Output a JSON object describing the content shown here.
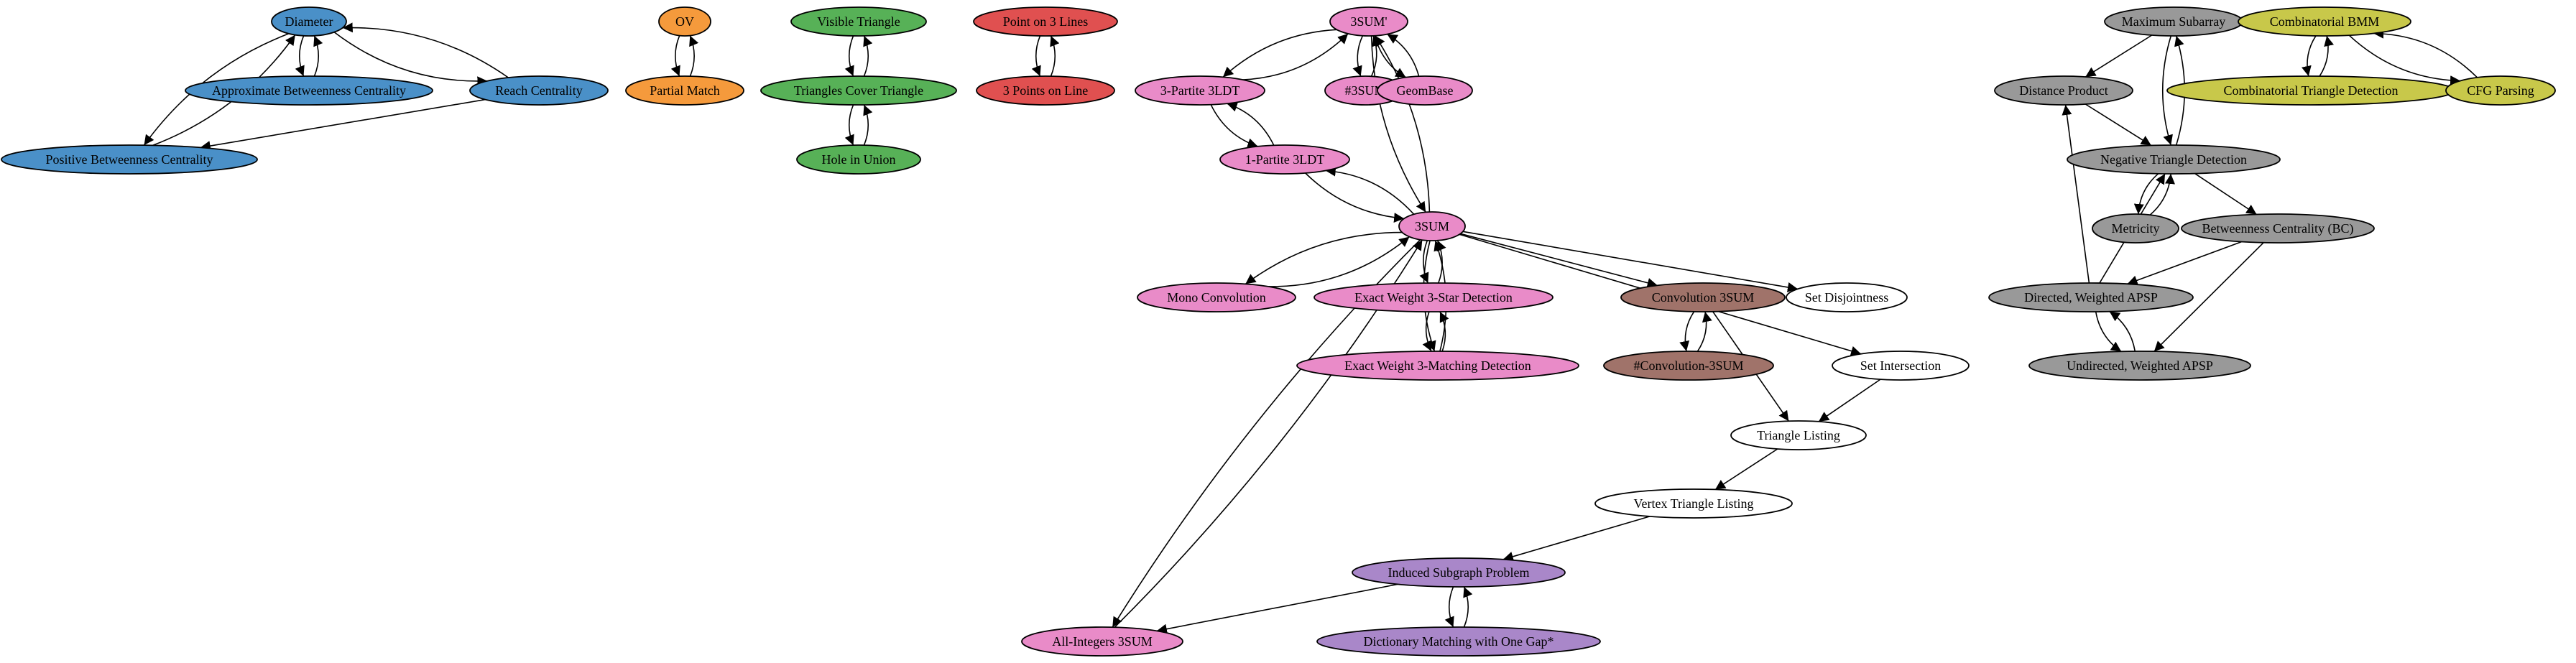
{
  "colors": {
    "blue": "#4a90c8",
    "orange": "#f59a3c",
    "green": "#57b157",
    "red": "#e05050",
    "pink": "#e98bc8",
    "brown": "#a0736a",
    "purple": "#a987c9",
    "gray": "#999999",
    "olive": "#c8c84a",
    "white": "#ffffff"
  },
  "nodes": [
    {
      "id": "diameter",
      "label": "Diameter",
      "color": "blue"
    },
    {
      "id": "abc",
      "label": "Approximate Betweenness Centrality",
      "color": "blue"
    },
    {
      "id": "reach",
      "label": "Reach Centrality",
      "color": "blue"
    },
    {
      "id": "pbc",
      "label": "Positive Betweenness Centrality",
      "color": "blue"
    },
    {
      "id": "ov",
      "label": "OV",
      "color": "orange"
    },
    {
      "id": "pmatch",
      "label": "Partial Match",
      "color": "orange"
    },
    {
      "id": "vistri",
      "label": "Visible Triangle",
      "color": "green"
    },
    {
      "id": "tricover",
      "label": "Triangles Cover Triangle",
      "color": "green"
    },
    {
      "id": "hole",
      "label": "Hole in Union",
      "color": "green"
    },
    {
      "id": "p3l",
      "label": "Point on 3 Lines",
      "color": "red"
    },
    {
      "id": "p3line",
      "label": "3 Points on Line",
      "color": "red"
    },
    {
      "id": "s3sumprime",
      "label": "3SUM'",
      "color": "pink"
    },
    {
      "id": "tripartite",
      "label": "3-Partite 3LDT",
      "color": "pink"
    },
    {
      "id": "sharp3sum",
      "label": "#3SUM",
      "color": "pink"
    },
    {
      "id": "geombase",
      "label": "GeomBase",
      "color": "pink"
    },
    {
      "id": "onepartite",
      "label": "1-Partite 3LDT",
      "color": "pink"
    },
    {
      "id": "s3sum",
      "label": "3SUM",
      "color": "pink"
    },
    {
      "id": "monoconv",
      "label": "Mono Convolution",
      "color": "pink"
    },
    {
      "id": "ew3star",
      "label": "Exact Weight 3-Star Detection",
      "color": "pink"
    },
    {
      "id": "ew3match",
      "label": "Exact Weight 3-Matching Detection",
      "color": "pink"
    },
    {
      "id": "conv3sum",
      "label": "Convolution 3SUM",
      "color": "brown"
    },
    {
      "id": "sharpconv",
      "label": "#Convolution-3SUM",
      "color": "brown"
    },
    {
      "id": "setdisj",
      "label": "Set Disjointness",
      "color": "white"
    },
    {
      "id": "setinter",
      "label": "Set Intersection",
      "color": "white"
    },
    {
      "id": "trilist",
      "label": "Triangle Listing",
      "color": "white"
    },
    {
      "id": "vtrilist",
      "label": "Vertex Triangle Listing",
      "color": "white"
    },
    {
      "id": "induced",
      "label": "Induced Subgraph Problem",
      "color": "purple"
    },
    {
      "id": "dictmatch",
      "label": "Dictionary Matching with One Gap*",
      "color": "purple"
    },
    {
      "id": "allint",
      "label": "All-Integers 3SUM",
      "color": "pink"
    },
    {
      "id": "maxsub",
      "label": "Maximum Subarray",
      "color": "gray"
    },
    {
      "id": "distprod",
      "label": "Distance Product",
      "color": "gray"
    },
    {
      "id": "negtri",
      "label": "Negative Triangle Detection",
      "color": "gray"
    },
    {
      "id": "metricity",
      "label": "Metricity",
      "color": "gray"
    },
    {
      "id": "bc",
      "label": "Betweenness Centrality (BC)",
      "color": "gray"
    },
    {
      "id": "dwapsp",
      "label": "Directed, Weighted APSP",
      "color": "gray"
    },
    {
      "id": "uwapsp",
      "label": "Undirected, Weighted APSP",
      "color": "gray"
    },
    {
      "id": "cbmm",
      "label": "Combinatorial BMM",
      "color": "olive"
    },
    {
      "id": "ctd",
      "label": "Combinatorial Triangle Detection",
      "color": "olive"
    },
    {
      "id": "cfg",
      "label": "CFG Parsing",
      "color": "olive"
    }
  ],
  "edges": [
    {
      "from": "diameter",
      "to": "abc"
    },
    {
      "from": "abc",
      "to": "diameter"
    },
    {
      "from": "diameter",
      "to": "reach"
    },
    {
      "from": "reach",
      "to": "diameter"
    },
    {
      "from": "diameter",
      "to": "pbc"
    },
    {
      "from": "pbc",
      "to": "diameter"
    },
    {
      "from": "reach",
      "to": "pbc"
    },
    {
      "from": "ov",
      "to": "pmatch"
    },
    {
      "from": "pmatch",
      "to": "ov"
    },
    {
      "from": "vistri",
      "to": "tricover"
    },
    {
      "from": "tricover",
      "to": "vistri"
    },
    {
      "from": "tricover",
      "to": "hole"
    },
    {
      "from": "hole",
      "to": "tricover"
    },
    {
      "from": "p3l",
      "to": "p3line"
    },
    {
      "from": "p3line",
      "to": "p3l"
    },
    {
      "from": "s3sumprime",
      "to": "tripartite"
    },
    {
      "from": "tripartite",
      "to": "s3sumprime"
    },
    {
      "from": "s3sumprime",
      "to": "sharp3sum"
    },
    {
      "from": "sharp3sum",
      "to": "s3sumprime"
    },
    {
      "from": "s3sumprime",
      "to": "geombase"
    },
    {
      "from": "geombase",
      "to": "s3sumprime"
    },
    {
      "from": "s3sumprime",
      "to": "s3sum"
    },
    {
      "from": "s3sum",
      "to": "s3sumprime"
    },
    {
      "from": "tripartite",
      "to": "onepartite"
    },
    {
      "from": "onepartite",
      "to": "tripartite"
    },
    {
      "from": "onepartite",
      "to": "s3sum"
    },
    {
      "from": "s3sum",
      "to": "onepartite"
    },
    {
      "from": "s3sum",
      "to": "monoconv"
    },
    {
      "from": "monoconv",
      "to": "s3sum"
    },
    {
      "from": "s3sum",
      "to": "ew3star"
    },
    {
      "from": "ew3star",
      "to": "s3sum"
    },
    {
      "from": "s3sum",
      "to": "ew3match"
    },
    {
      "from": "ew3match",
      "to": "s3sum"
    },
    {
      "from": "ew3star",
      "to": "ew3match"
    },
    {
      "from": "ew3match",
      "to": "ew3star"
    },
    {
      "from": "s3sum",
      "to": "conv3sum"
    },
    {
      "from": "conv3sum",
      "to": "sharpconv"
    },
    {
      "from": "sharpconv",
      "to": "conv3sum"
    },
    {
      "from": "s3sum",
      "to": "setdisj"
    },
    {
      "from": "s3sum",
      "to": "setinter"
    },
    {
      "from": "s3sum",
      "to": "allint"
    },
    {
      "from": "allint",
      "to": "s3sum"
    },
    {
      "from": "conv3sum",
      "to": "trilist"
    },
    {
      "from": "setinter",
      "to": "trilist"
    },
    {
      "from": "trilist",
      "to": "vtrilist"
    },
    {
      "from": "vtrilist",
      "to": "induced"
    },
    {
      "from": "induced",
      "to": "dictmatch"
    },
    {
      "from": "dictmatch",
      "to": "induced"
    },
    {
      "from": "induced",
      "to": "allint"
    },
    {
      "from": "maxsub",
      "to": "distprod"
    },
    {
      "from": "maxsub",
      "to": "negtri"
    },
    {
      "from": "negtri",
      "to": "maxsub"
    },
    {
      "from": "distprod",
      "to": "negtri"
    },
    {
      "from": "negtri",
      "to": "metricity"
    },
    {
      "from": "metricity",
      "to": "negtri"
    },
    {
      "from": "negtri",
      "to": "bc"
    },
    {
      "from": "bc",
      "to": "dwapsp"
    },
    {
      "from": "bc",
      "to": "uwapsp"
    },
    {
      "from": "dwapsp",
      "to": "distprod"
    },
    {
      "from": "dwapsp",
      "to": "negtri"
    },
    {
      "from": "dwapsp",
      "to": "uwapsp"
    },
    {
      "from": "uwapsp",
      "to": "dwapsp"
    },
    {
      "from": "cbmm",
      "to": "ctd"
    },
    {
      "from": "ctd",
      "to": "cbmm"
    },
    {
      "from": "cbmm",
      "to": "cfg"
    },
    {
      "from": "cfg",
      "to": "cbmm"
    }
  ]
}
